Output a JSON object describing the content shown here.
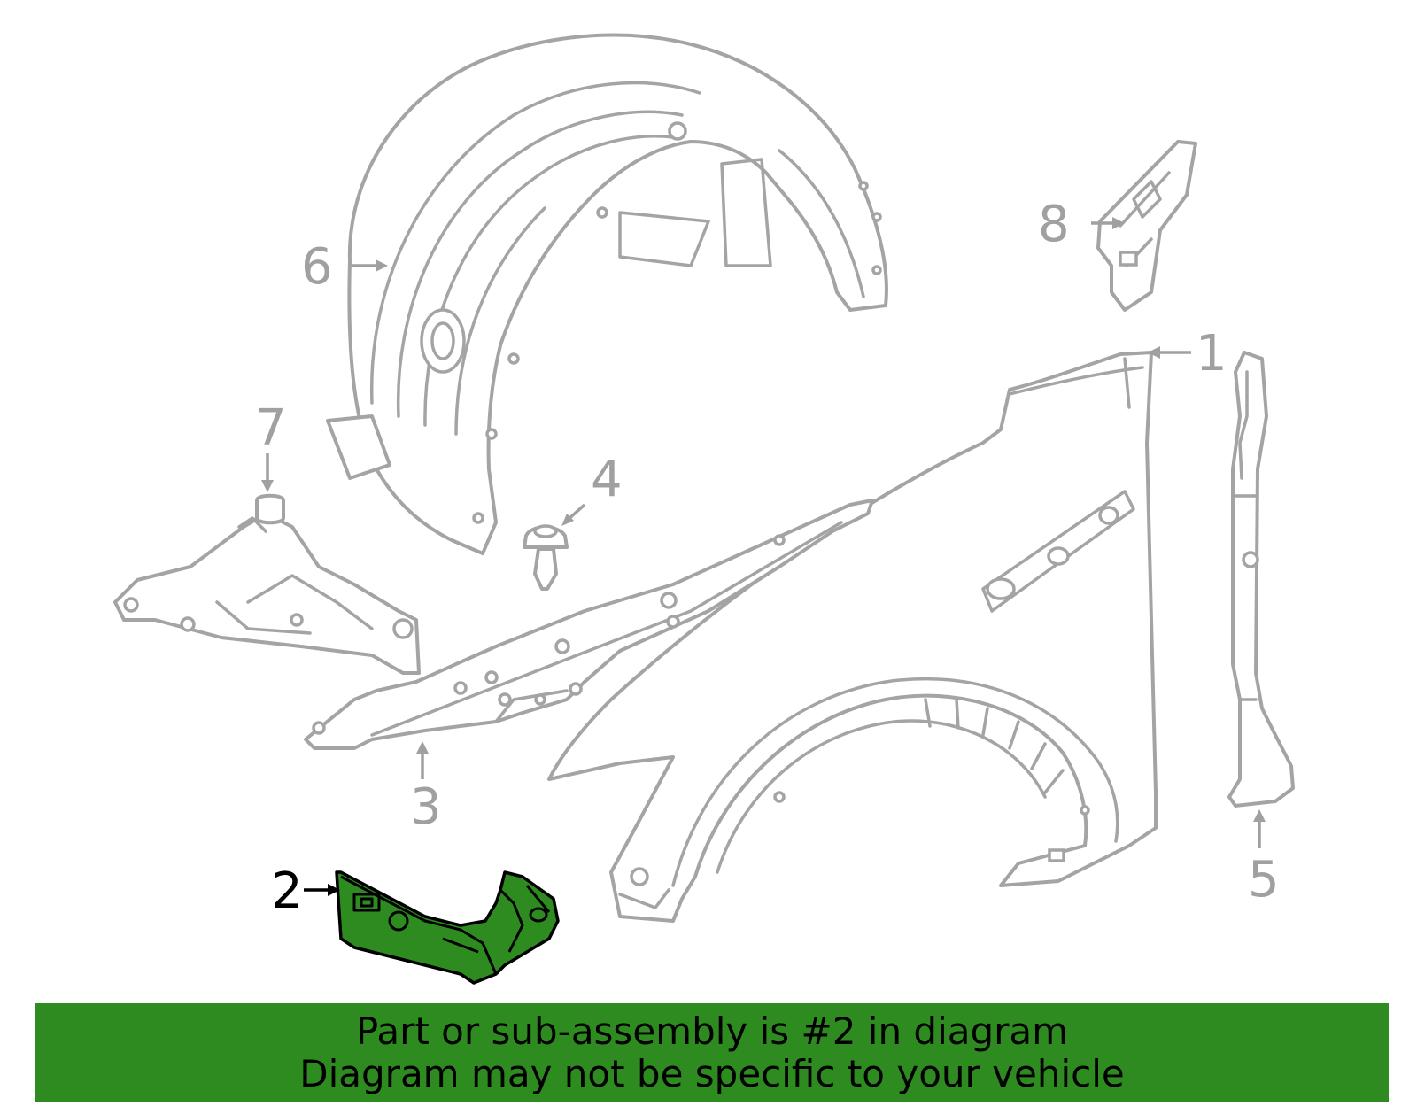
{
  "diagram": {
    "highlighted_part": "2",
    "highlight_color": "#2e8b20",
    "line_color": "#a4a4a4",
    "callouts": [
      {
        "id": "1",
        "label": "1",
        "part": "fender"
      },
      {
        "id": "2",
        "label": "2",
        "part": "bracket"
      },
      {
        "id": "3",
        "label": "3",
        "part": "upper-rail"
      },
      {
        "id": "4",
        "label": "4",
        "part": "push-clip"
      },
      {
        "id": "5",
        "label": "5",
        "part": "side-seal"
      },
      {
        "id": "6",
        "label": "6",
        "part": "fender-liner"
      },
      {
        "id": "7",
        "label": "7",
        "part": "splash-shield"
      },
      {
        "id": "8",
        "label": "8",
        "part": "upper-bracket"
      }
    ]
  },
  "banner": {
    "line1": "Part or sub-assembly is #2 in diagram",
    "line2": "Diagram may not be specific to your vehicle",
    "background": "#2e8b20"
  }
}
